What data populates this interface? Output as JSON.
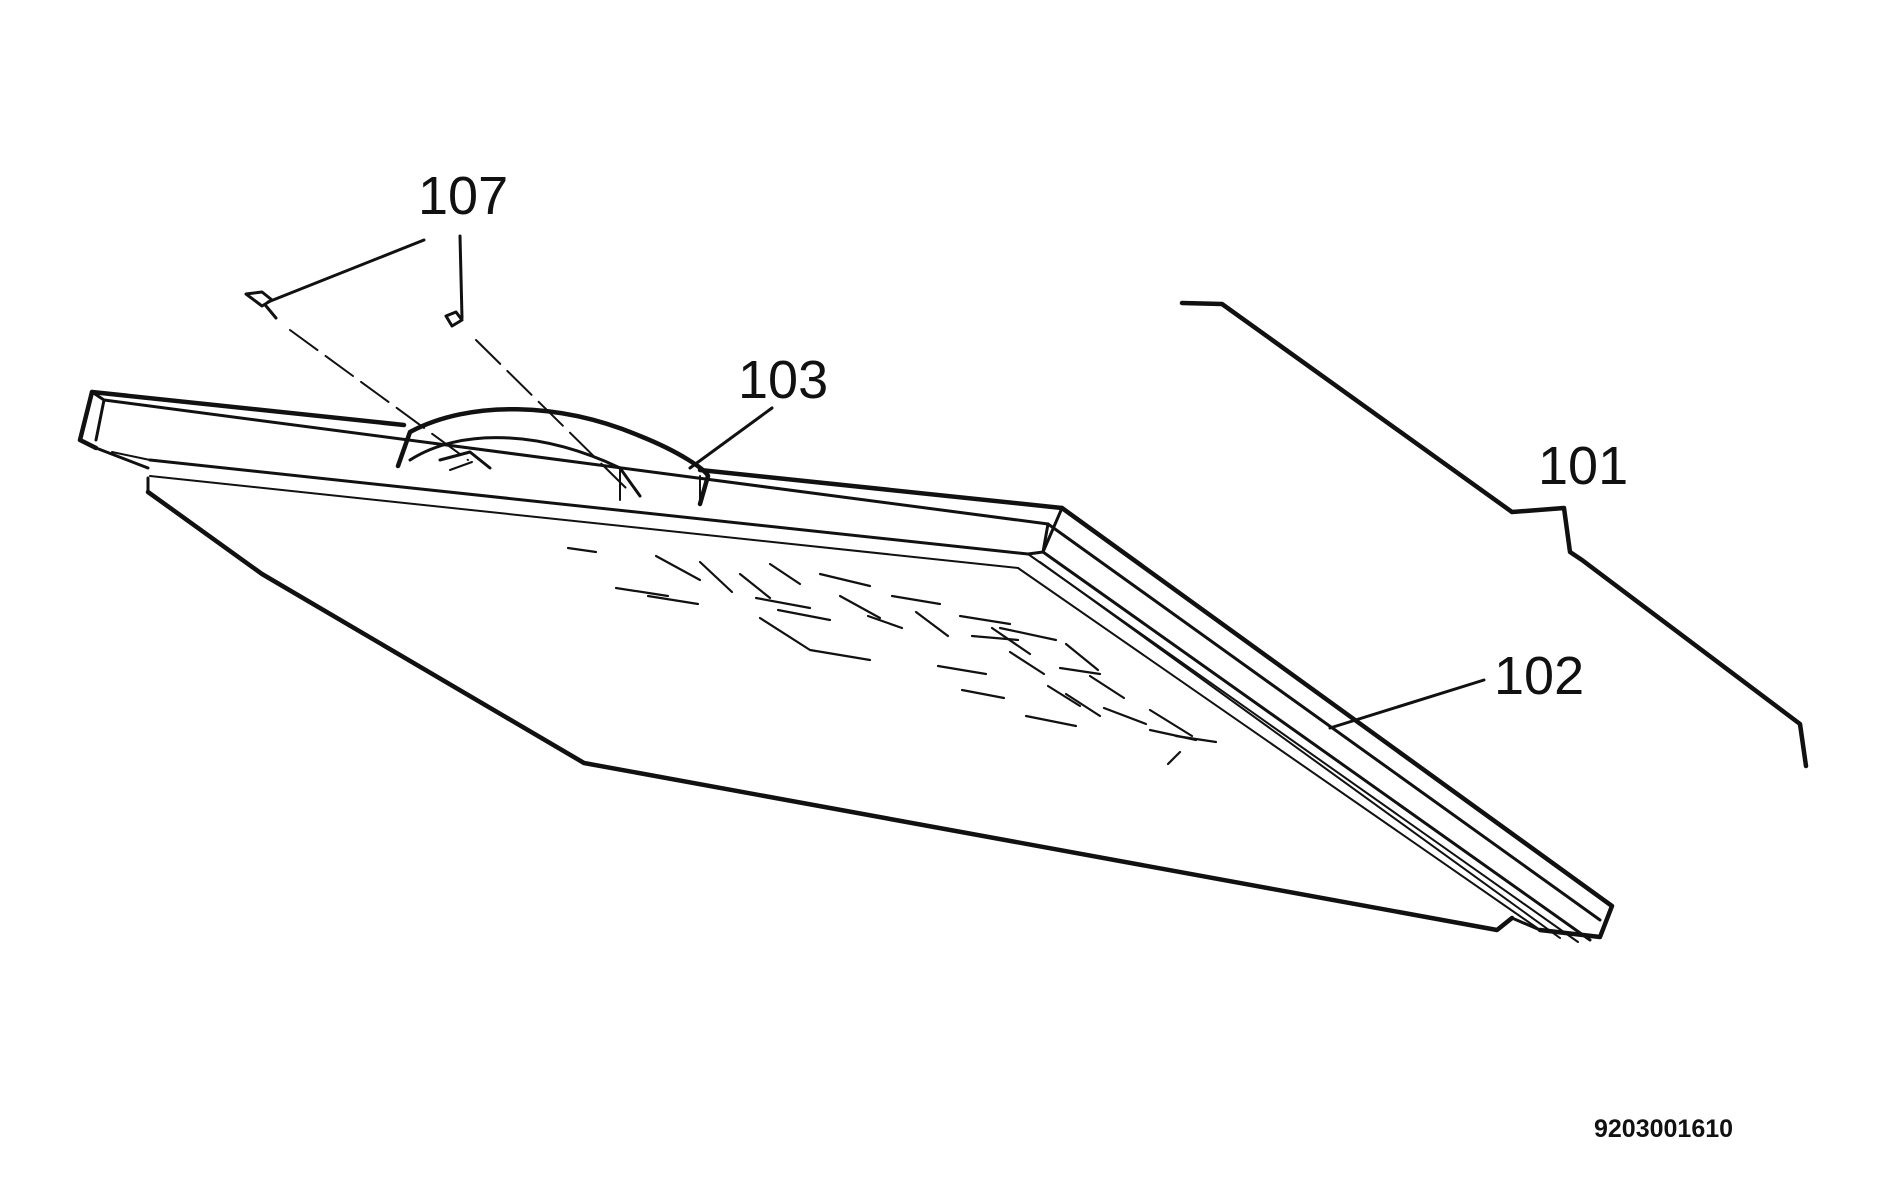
{
  "diagram": {
    "labels": {
      "tray_assembly": "101",
      "tray_frame": "102",
      "handle": "103",
      "screws": "107"
    },
    "part_code": "9203001610"
  },
  "colors": {
    "ink": "#111111",
    "paper": "#ffffff"
  }
}
